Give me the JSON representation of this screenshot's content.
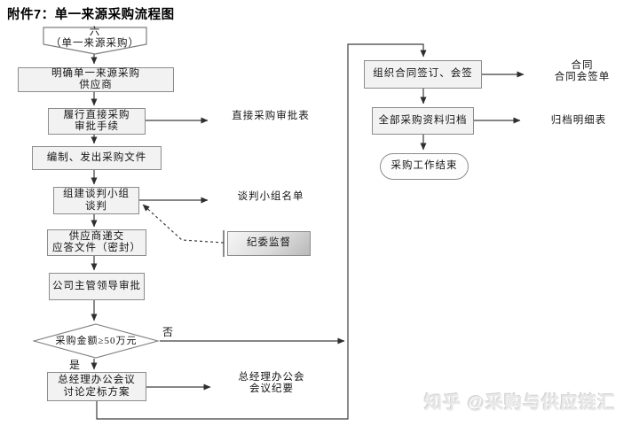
{
  "title": "附件7：单一来源采购流程图",
  "watermark": "知乎 @采购与供应链汇",
  "labels": {
    "no": "否",
    "yes": "是"
  },
  "nodes": {
    "start": "六\n（单一来源采购）",
    "identify_supplier": "明确单一来源采购\n供应商",
    "approval_procedure": "履行直接采购\n审批手续",
    "issue_documents": "编制、发出采购文件",
    "form_team": "组建谈判小组\n谈判",
    "supplier_submit": "供应商递交\n应答文件（密封）",
    "leader_approval": "公司主管领导审批",
    "amount_decision": "采购金额≥50万元",
    "gm_meeting": "总经理办公会议\n讨论定标方案",
    "sign_contract": "组织合同签订、会签",
    "archive_all": "全部采购资料归档",
    "end": "采购工作结束",
    "discipline": "纪委监督"
  },
  "documents": {
    "direct_approval_form": "直接采购审批表",
    "team_list": "谈判小组名单",
    "meeting_minutes": "总经理办公会\n会议纪要",
    "contract_sign_sheet": "合同\n合同会签单",
    "archive_list": "归档明细表"
  },
  "colors": {
    "box_fill": "#f2f2f2",
    "box_border": "#8c8c8c",
    "doc_gradient_start": "#fbfbfb",
    "doc_gradient_mid": "#e2e2e2",
    "doc_gradient_end": "#a9a9a9",
    "line": "#3d3d3d",
    "watermark": "#e7e7e7"
  }
}
